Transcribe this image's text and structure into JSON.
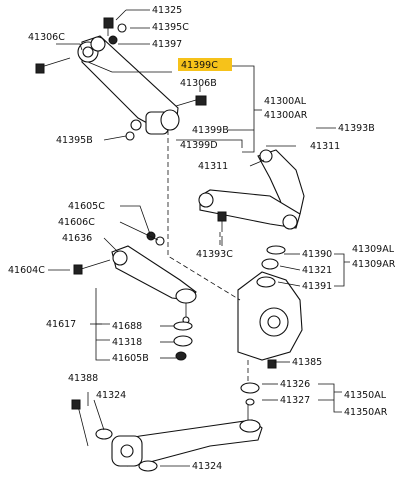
{
  "labels": {
    "p41325": "41325",
    "p41395C": "41395C",
    "p41397": "41397",
    "p41306C": "41306C",
    "p41399C": "41399C",
    "p41306B": "41306B",
    "p41300AL": "41300AL",
    "p41300AR": "41300AR",
    "p41393B": "41393B",
    "p41395B": "41395B",
    "p41399B": "41399B",
    "p41399D": "41399D",
    "p41311a": "41311",
    "p41311b": "41311",
    "p41605C": "41605C",
    "p41606C": "41606C",
    "p41636": "41636",
    "p41604C": "41604C",
    "p41393C": "41393C",
    "p41390": "41390",
    "p41321": "41321",
    "p41391": "41391",
    "p41309AL": "41309AL",
    "p41309AR": "41309AR",
    "p41617": "41617",
    "p41688": "41688",
    "p41318": "41318",
    "p41605B": "41605B",
    "p41385": "41385",
    "p41326": "41326",
    "p41327": "41327",
    "p41350AL": "41350AL",
    "p41350AR": "41350AR",
    "p41388": "41388",
    "p41324a": "41324",
    "p41324b": "41324"
  },
  "highlight_color": "#f6c21a"
}
